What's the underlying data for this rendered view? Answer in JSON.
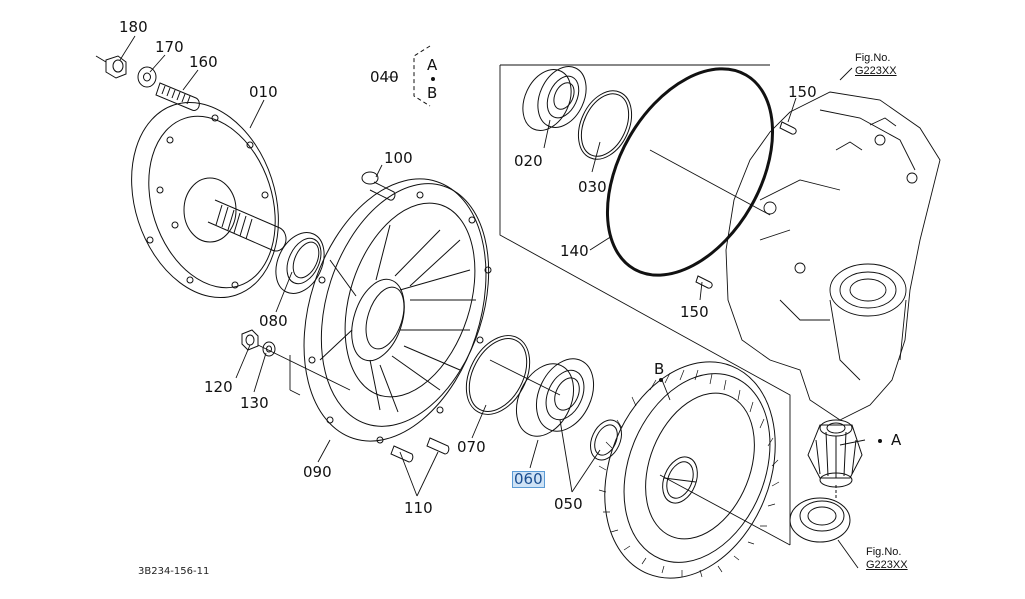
{
  "diagram": {
    "drawing_number": "3B234-156-11",
    "highlighted_part": "060",
    "parts": [
      {
        "id": "p010",
        "label": "010"
      },
      {
        "id": "p020",
        "label": "020"
      },
      {
        "id": "p030",
        "label": "030"
      },
      {
        "id": "p040",
        "label": "040"
      },
      {
        "id": "p050",
        "label": "050"
      },
      {
        "id": "p060",
        "label": "060"
      },
      {
        "id": "p070",
        "label": "070"
      },
      {
        "id": "p080",
        "label": "080"
      },
      {
        "id": "p090",
        "label": "090"
      },
      {
        "id": "p100",
        "label": "100"
      },
      {
        "id": "p110",
        "label": "110"
      },
      {
        "id": "p120",
        "label": "120"
      },
      {
        "id": "p130",
        "label": "130"
      },
      {
        "id": "p140",
        "label": "140"
      },
      {
        "id": "p150a",
        "label": "150"
      },
      {
        "id": "p150b",
        "label": "150"
      },
      {
        "id": "p160",
        "label": "160"
      },
      {
        "id": "p170",
        "label": "170"
      },
      {
        "id": "p180",
        "label": "180"
      }
    ],
    "group_040": {
      "top": "A",
      "bottom": "B"
    },
    "callouts": {
      "gear_A": "A",
      "gear_B": "B"
    },
    "fig_refs": [
      {
        "prefix": "Fig.No.",
        "code": "G223XX"
      },
      {
        "prefix": "Fig.No.",
        "code": "G223XX"
      }
    ],
    "colors": {
      "line": "#111111",
      "highlight_bg": "#cfe3f6",
      "highlight_border": "#5b9bd5"
    }
  }
}
